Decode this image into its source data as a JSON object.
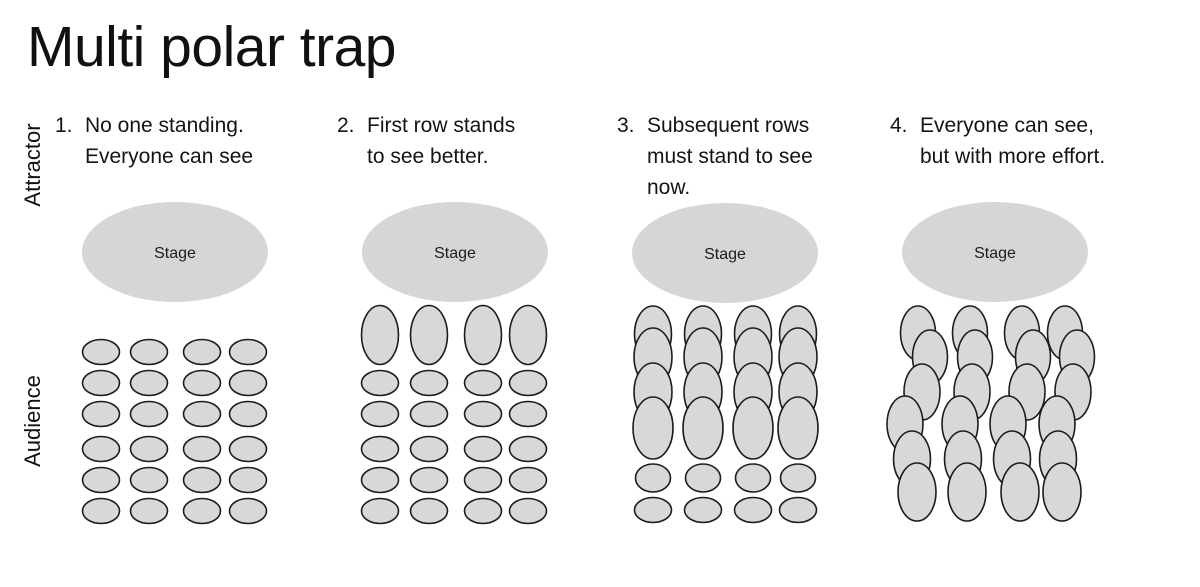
{
  "title": "Multi polar trap",
  "side_labels": {
    "attractor": "Attractor",
    "audience": "Audience"
  },
  "colors": {
    "background": "#ffffff",
    "person_fill": "#d8d8d8",
    "person_stroke": "#1c1c1c",
    "stage_fill": "#d6d6d6",
    "text": "#111111"
  },
  "panels": [
    {
      "number": "1.",
      "caption_lines": [
        "No one standing.",
        "Everyone can see"
      ],
      "stage_label": "Stage",
      "stage": [
        175,
        252,
        93,
        50
      ],
      "people": [
        [
          101,
          352,
          18.5,
          12.5
        ],
        [
          149,
          352,
          18.5,
          12.5
        ],
        [
          202,
          352,
          18.5,
          12.5
        ],
        [
          248,
          352,
          18.5,
          12.5
        ],
        [
          101,
          383,
          18.5,
          12.5
        ],
        [
          149,
          383,
          18.5,
          12.5
        ],
        [
          202,
          383,
          18.5,
          12.5
        ],
        [
          248,
          383,
          18.5,
          12.5
        ],
        [
          101,
          414,
          18.5,
          12.5
        ],
        [
          149,
          414,
          18.5,
          12.5
        ],
        [
          202,
          414,
          18.5,
          12.5
        ],
        [
          248,
          414,
          18.5,
          12.5
        ],
        [
          101,
          449,
          18.5,
          12.5
        ],
        [
          149,
          449,
          18.5,
          12.5
        ],
        [
          202,
          449,
          18.5,
          12.5
        ],
        [
          248,
          449,
          18.5,
          12.5
        ],
        [
          101,
          480,
          18.5,
          12.5
        ],
        [
          149,
          480,
          18.5,
          12.5
        ],
        [
          202,
          480,
          18.5,
          12.5
        ],
        [
          248,
          480,
          18.5,
          12.5
        ],
        [
          101,
          511,
          18.5,
          12.5
        ],
        [
          149,
          511,
          18.5,
          12.5
        ],
        [
          202,
          511,
          18.5,
          12.5
        ],
        [
          248,
          511,
          18.5,
          12.5
        ]
      ]
    },
    {
      "number": "2.",
      "caption_lines": [
        "First row stands",
        "to see better."
      ],
      "stage_label": "Stage",
      "stage": [
        455,
        252,
        93,
        50
      ],
      "people": [
        [
          380,
          335,
          18.5,
          29.5
        ],
        [
          429,
          335,
          18.5,
          29.5
        ],
        [
          483,
          335,
          18.5,
          29.5
        ],
        [
          528,
          335,
          18.5,
          29.5
        ],
        [
          380,
          383,
          18.5,
          12.5
        ],
        [
          429,
          383,
          18.5,
          12.5
        ],
        [
          483,
          383,
          18.5,
          12.5
        ],
        [
          528,
          383,
          18.5,
          12.5
        ],
        [
          380,
          414,
          18.5,
          12.5
        ],
        [
          429,
          414,
          18.5,
          12.5
        ],
        [
          483,
          414,
          18.5,
          12.5
        ],
        [
          528,
          414,
          18.5,
          12.5
        ],
        [
          380,
          449,
          18.5,
          12.5
        ],
        [
          429,
          449,
          18.5,
          12.5
        ],
        [
          483,
          449,
          18.5,
          12.5
        ],
        [
          528,
          449,
          18.5,
          12.5
        ],
        [
          380,
          480,
          18.5,
          12.5
        ],
        [
          429,
          480,
          18.5,
          12.5
        ],
        [
          483,
          480,
          18.5,
          12.5
        ],
        [
          528,
          480,
          18.5,
          12.5
        ],
        [
          380,
          511,
          18.5,
          12.5
        ],
        [
          429,
          511,
          18.5,
          12.5
        ],
        [
          483,
          511,
          18.5,
          12.5
        ],
        [
          528,
          511,
          18.5,
          12.5
        ]
      ]
    },
    {
      "number": "3.",
      "caption_lines": [
        "Subsequent rows",
        "must stand to see",
        "now."
      ],
      "stage_label": "Stage",
      "stage": [
        725,
        253,
        93,
        50
      ],
      "people": [
        [
          653,
          334,
          18.5,
          28
        ],
        [
          703,
          334,
          18.5,
          28
        ],
        [
          753,
          334,
          18.5,
          28
        ],
        [
          798,
          334,
          18.5,
          28
        ],
        [
          653,
          357,
          19,
          29
        ],
        [
          703,
          357,
          19,
          29
        ],
        [
          753,
          357,
          19,
          29
        ],
        [
          798,
          357,
          19,
          29
        ],
        [
          653,
          392,
          19,
          29
        ],
        [
          703,
          392,
          19,
          29
        ],
        [
          753,
          392,
          19,
          29
        ],
        [
          798,
          392,
          19,
          29
        ],
        [
          653,
          428,
          20,
          31
        ],
        [
          703,
          428,
          20,
          31
        ],
        [
          753,
          428,
          20,
          31
        ],
        [
          798,
          428,
          20,
          31
        ],
        [
          653,
          478,
          17.5,
          14
        ],
        [
          703,
          478,
          17.5,
          14
        ],
        [
          753,
          478,
          17.5,
          14
        ],
        [
          798,
          478,
          17.5,
          14
        ],
        [
          653,
          510,
          18.5,
          12.5
        ],
        [
          703,
          510,
          18.5,
          12.5
        ],
        [
          753,
          510,
          18.5,
          12.5
        ],
        [
          798,
          510,
          18.5,
          12.5
        ]
      ]
    },
    {
      "number": "4.",
      "caption_lines": [
        "Everyone can see,",
        "but with more effort."
      ],
      "stage_label": "Stage",
      "stage": [
        995,
        252,
        93,
        50
      ],
      "people": [
        [
          918,
          333,
          17.5,
          27
        ],
        [
          970,
          333,
          17.5,
          27
        ],
        [
          1022,
          333,
          17.5,
          27
        ],
        [
          1065,
          333,
          17.5,
          27
        ],
        [
          930,
          357,
          17.5,
          27
        ],
        [
          975,
          357,
          17.5,
          27
        ],
        [
          1033,
          357,
          17.5,
          27
        ],
        [
          1077,
          357,
          17.5,
          27
        ],
        [
          922,
          392,
          18,
          28
        ],
        [
          972,
          392,
          18,
          28
        ],
        [
          1027,
          392,
          18,
          28
        ],
        [
          1073,
          392,
          18,
          28
        ],
        [
          905,
          424,
          18,
          28
        ],
        [
          960,
          424,
          18,
          28
        ],
        [
          1008,
          424,
          18,
          28
        ],
        [
          1057,
          424,
          18,
          28
        ],
        [
          912,
          459,
          18.5,
          28
        ],
        [
          963,
          459,
          18.5,
          28
        ],
        [
          1012,
          459,
          18.5,
          28
        ],
        [
          1058,
          459,
          18.5,
          28
        ],
        [
          917,
          492,
          19,
          29
        ],
        [
          967,
          492,
          19,
          29
        ],
        [
          1020,
          492,
          19,
          29
        ],
        [
          1062,
          492,
          19,
          29
        ]
      ]
    }
  ]
}
